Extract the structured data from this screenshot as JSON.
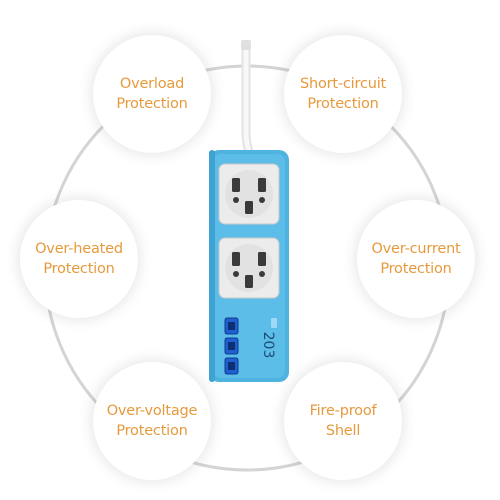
{
  "features": [
    {
      "id": "overload",
      "line1": "Overload",
      "line2": "Protection"
    },
    {
      "id": "short",
      "line1": "Short-circuit",
      "line2": "Protection"
    },
    {
      "id": "overheated",
      "line1": "Over-heated",
      "line2": "Protection"
    },
    {
      "id": "overcurrent",
      "line1": "Over-current",
      "line2": "Protection"
    },
    {
      "id": "overvoltage",
      "line1": "Over-voltage",
      "line2": "Protection"
    },
    {
      "id": "fireproof",
      "line1": "Fire-proof",
      "line2": "Shell"
    }
  ],
  "product": {
    "model_label": "203",
    "usb_port_count": 3,
    "ac_socket_count": 2
  },
  "colors": {
    "feature_text": "#e69a3c",
    "ring": "#d4d4d4",
    "strip_body": "#4fb3e0",
    "strip_dark": "#2f8fc0",
    "socket_face": "#ededed",
    "usb_blue": "#1f5fd0",
    "cable": "#f2f2f2"
  }
}
